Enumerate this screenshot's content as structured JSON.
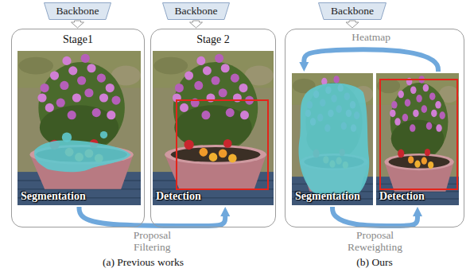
{
  "diagram": {
    "nodes": [
      {
        "text": [
          "Backbone"
        ]
      },
      {
        "text": [
          "Stage1"
        ]
      },
      {
        "text": [
          "Segmentation"
        ],
        "in": 1
      },
      {
        "text": [
          "Backbone"
        ]
      },
      {
        "text": [
          "Stage 2"
        ]
      },
      {
        "text": [
          "Detection"
        ],
        "in": 4
      },
      {
        "text": [
          "Backbone"
        ]
      },
      {
        "text": []
      },
      {
        "text": [
          "Segmentation"
        ],
        "in": 7
      },
      {
        "text": [
          "Detection"
        ],
        "in": 7
      }
    ],
    "edges": [
      {
        "from": 0,
        "to": 1,
        "arrow": "to"
      },
      {
        "from": 3,
        "to": 4,
        "arrow": "to"
      },
      {
        "from": 2,
        "to": 5,
        "label": "Proposal Filtering",
        "arrow": "to"
      },
      {
        "from": 6,
        "to": 7,
        "arrow": "to"
      },
      {
        "from": 9,
        "to": 8,
        "label": "Heatmap",
        "arrow": "to"
      },
      {
        "from": 8,
        "to": 9,
        "label": "Proposal Reweighting",
        "arrow": "to"
      }
    ],
    "labels": [
      "(a) Previous works",
      "(b) Ours"
    ]
  }
}
